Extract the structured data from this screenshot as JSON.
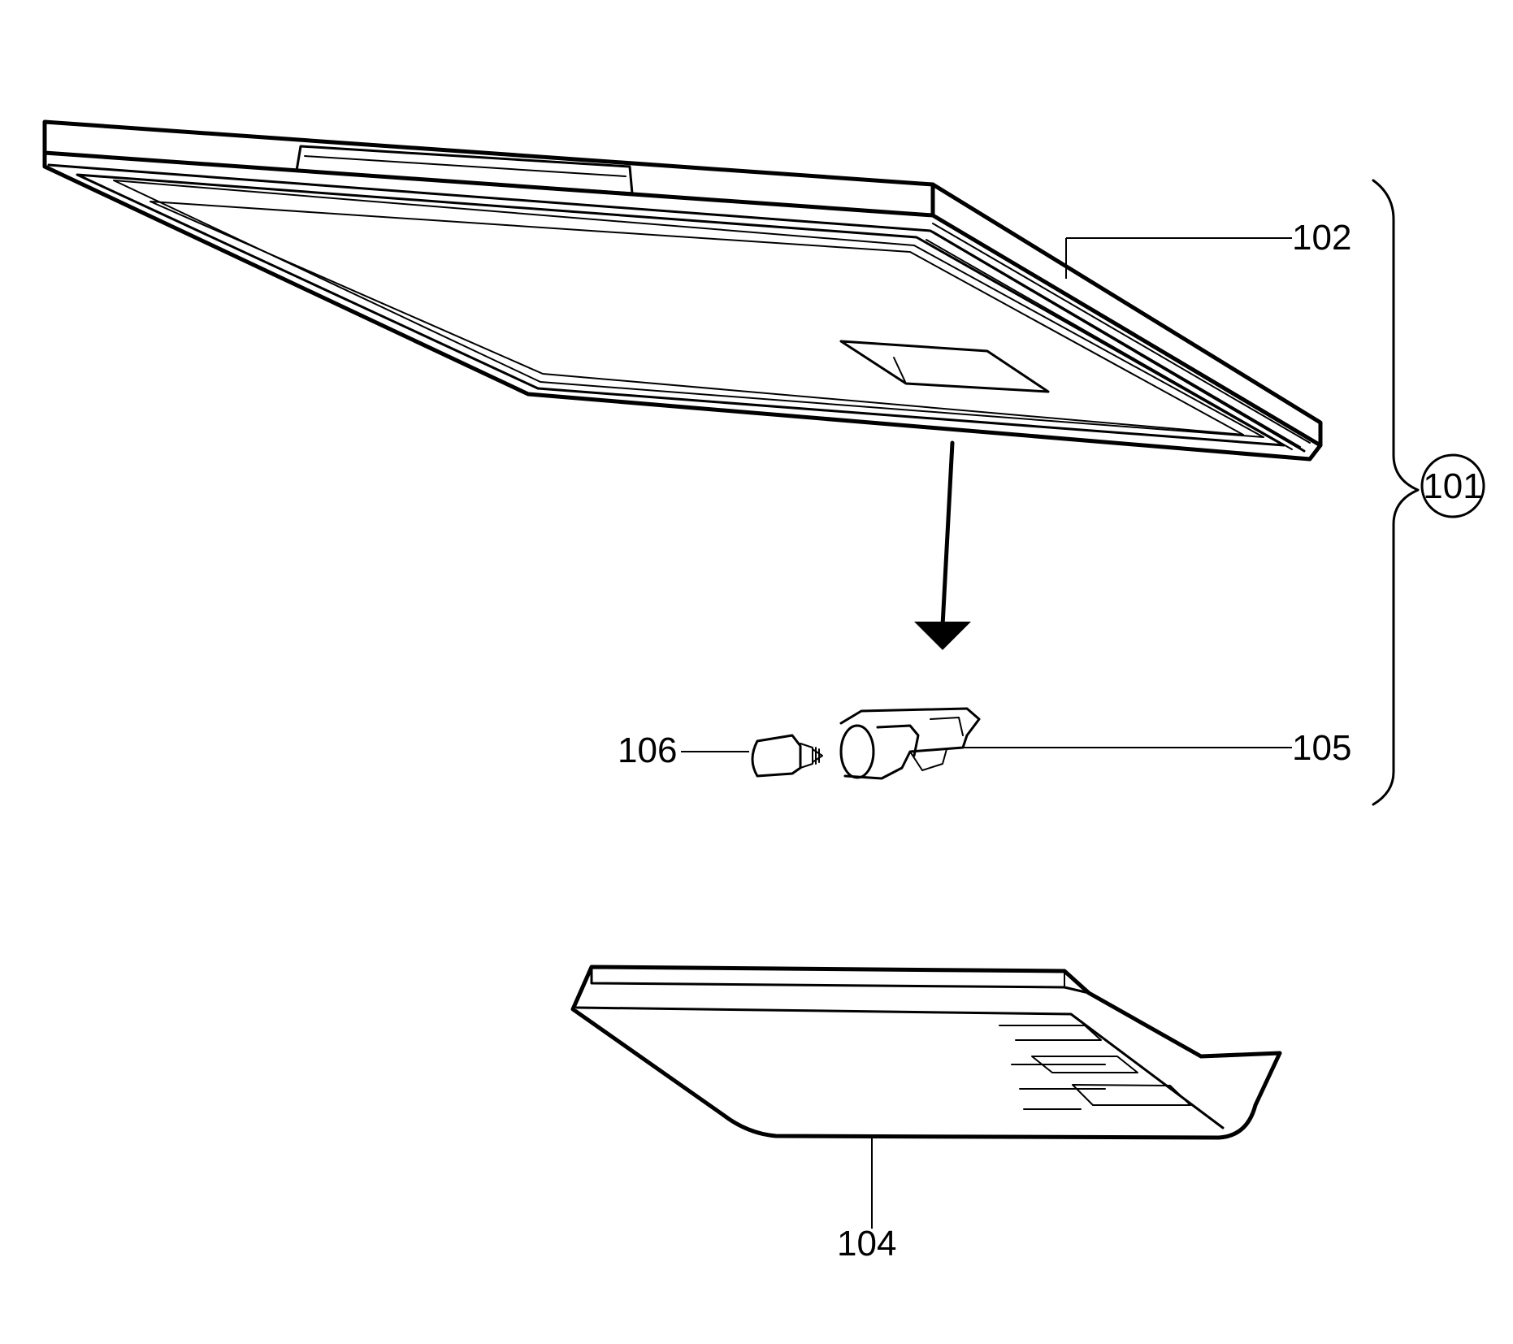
{
  "labels": {
    "assembly": "101",
    "part_102": "102",
    "part_104": "104",
    "part_105": "105",
    "part_106": "106"
  }
}
